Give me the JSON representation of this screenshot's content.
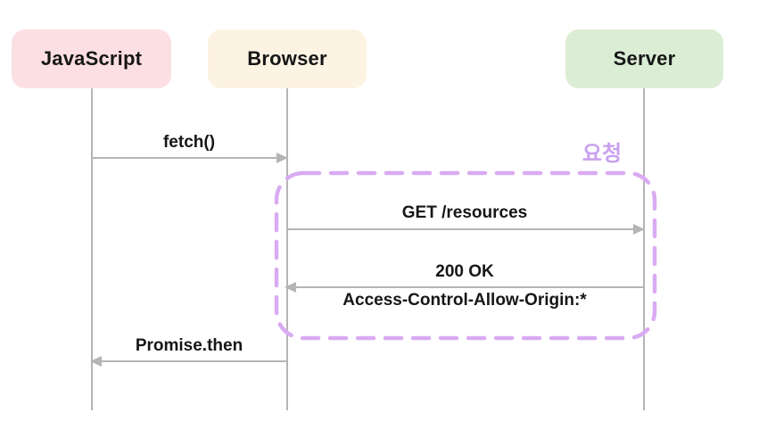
{
  "diagram_type": "sequence",
  "actors": [
    {
      "id": "javascript",
      "label": "JavaScript",
      "fill": "#fcdfe3"
    },
    {
      "id": "browser",
      "label": "Browser",
      "fill": "#fdf3e3"
    },
    {
      "id": "server",
      "label": "Server",
      "fill": "#dcedd5"
    }
  ],
  "messages": [
    {
      "id": "fetch",
      "label": "fetch()",
      "from": "JavaScript",
      "to": "Browser",
      "direction": "right"
    },
    {
      "id": "get-resources",
      "label": "GET /resources",
      "from": "Browser",
      "to": "Server",
      "direction": "right"
    },
    {
      "id": "response",
      "label": "200 OK",
      "sublabel": "Access-Control-Allow-Origin:*",
      "from": "Server",
      "to": "Browser",
      "direction": "left"
    },
    {
      "id": "promise-then",
      "label": "Promise.then",
      "from": "Browser",
      "to": "JavaScript",
      "direction": "left"
    }
  ],
  "group": {
    "label": "요청",
    "contains": [
      "get-resources",
      "response"
    ],
    "border_color": "#d9abf2",
    "label_color": "#c9a0ef"
  },
  "colors": {
    "background": "#ffffff",
    "line": "#b5b5b5",
    "text": "#161616"
  }
}
